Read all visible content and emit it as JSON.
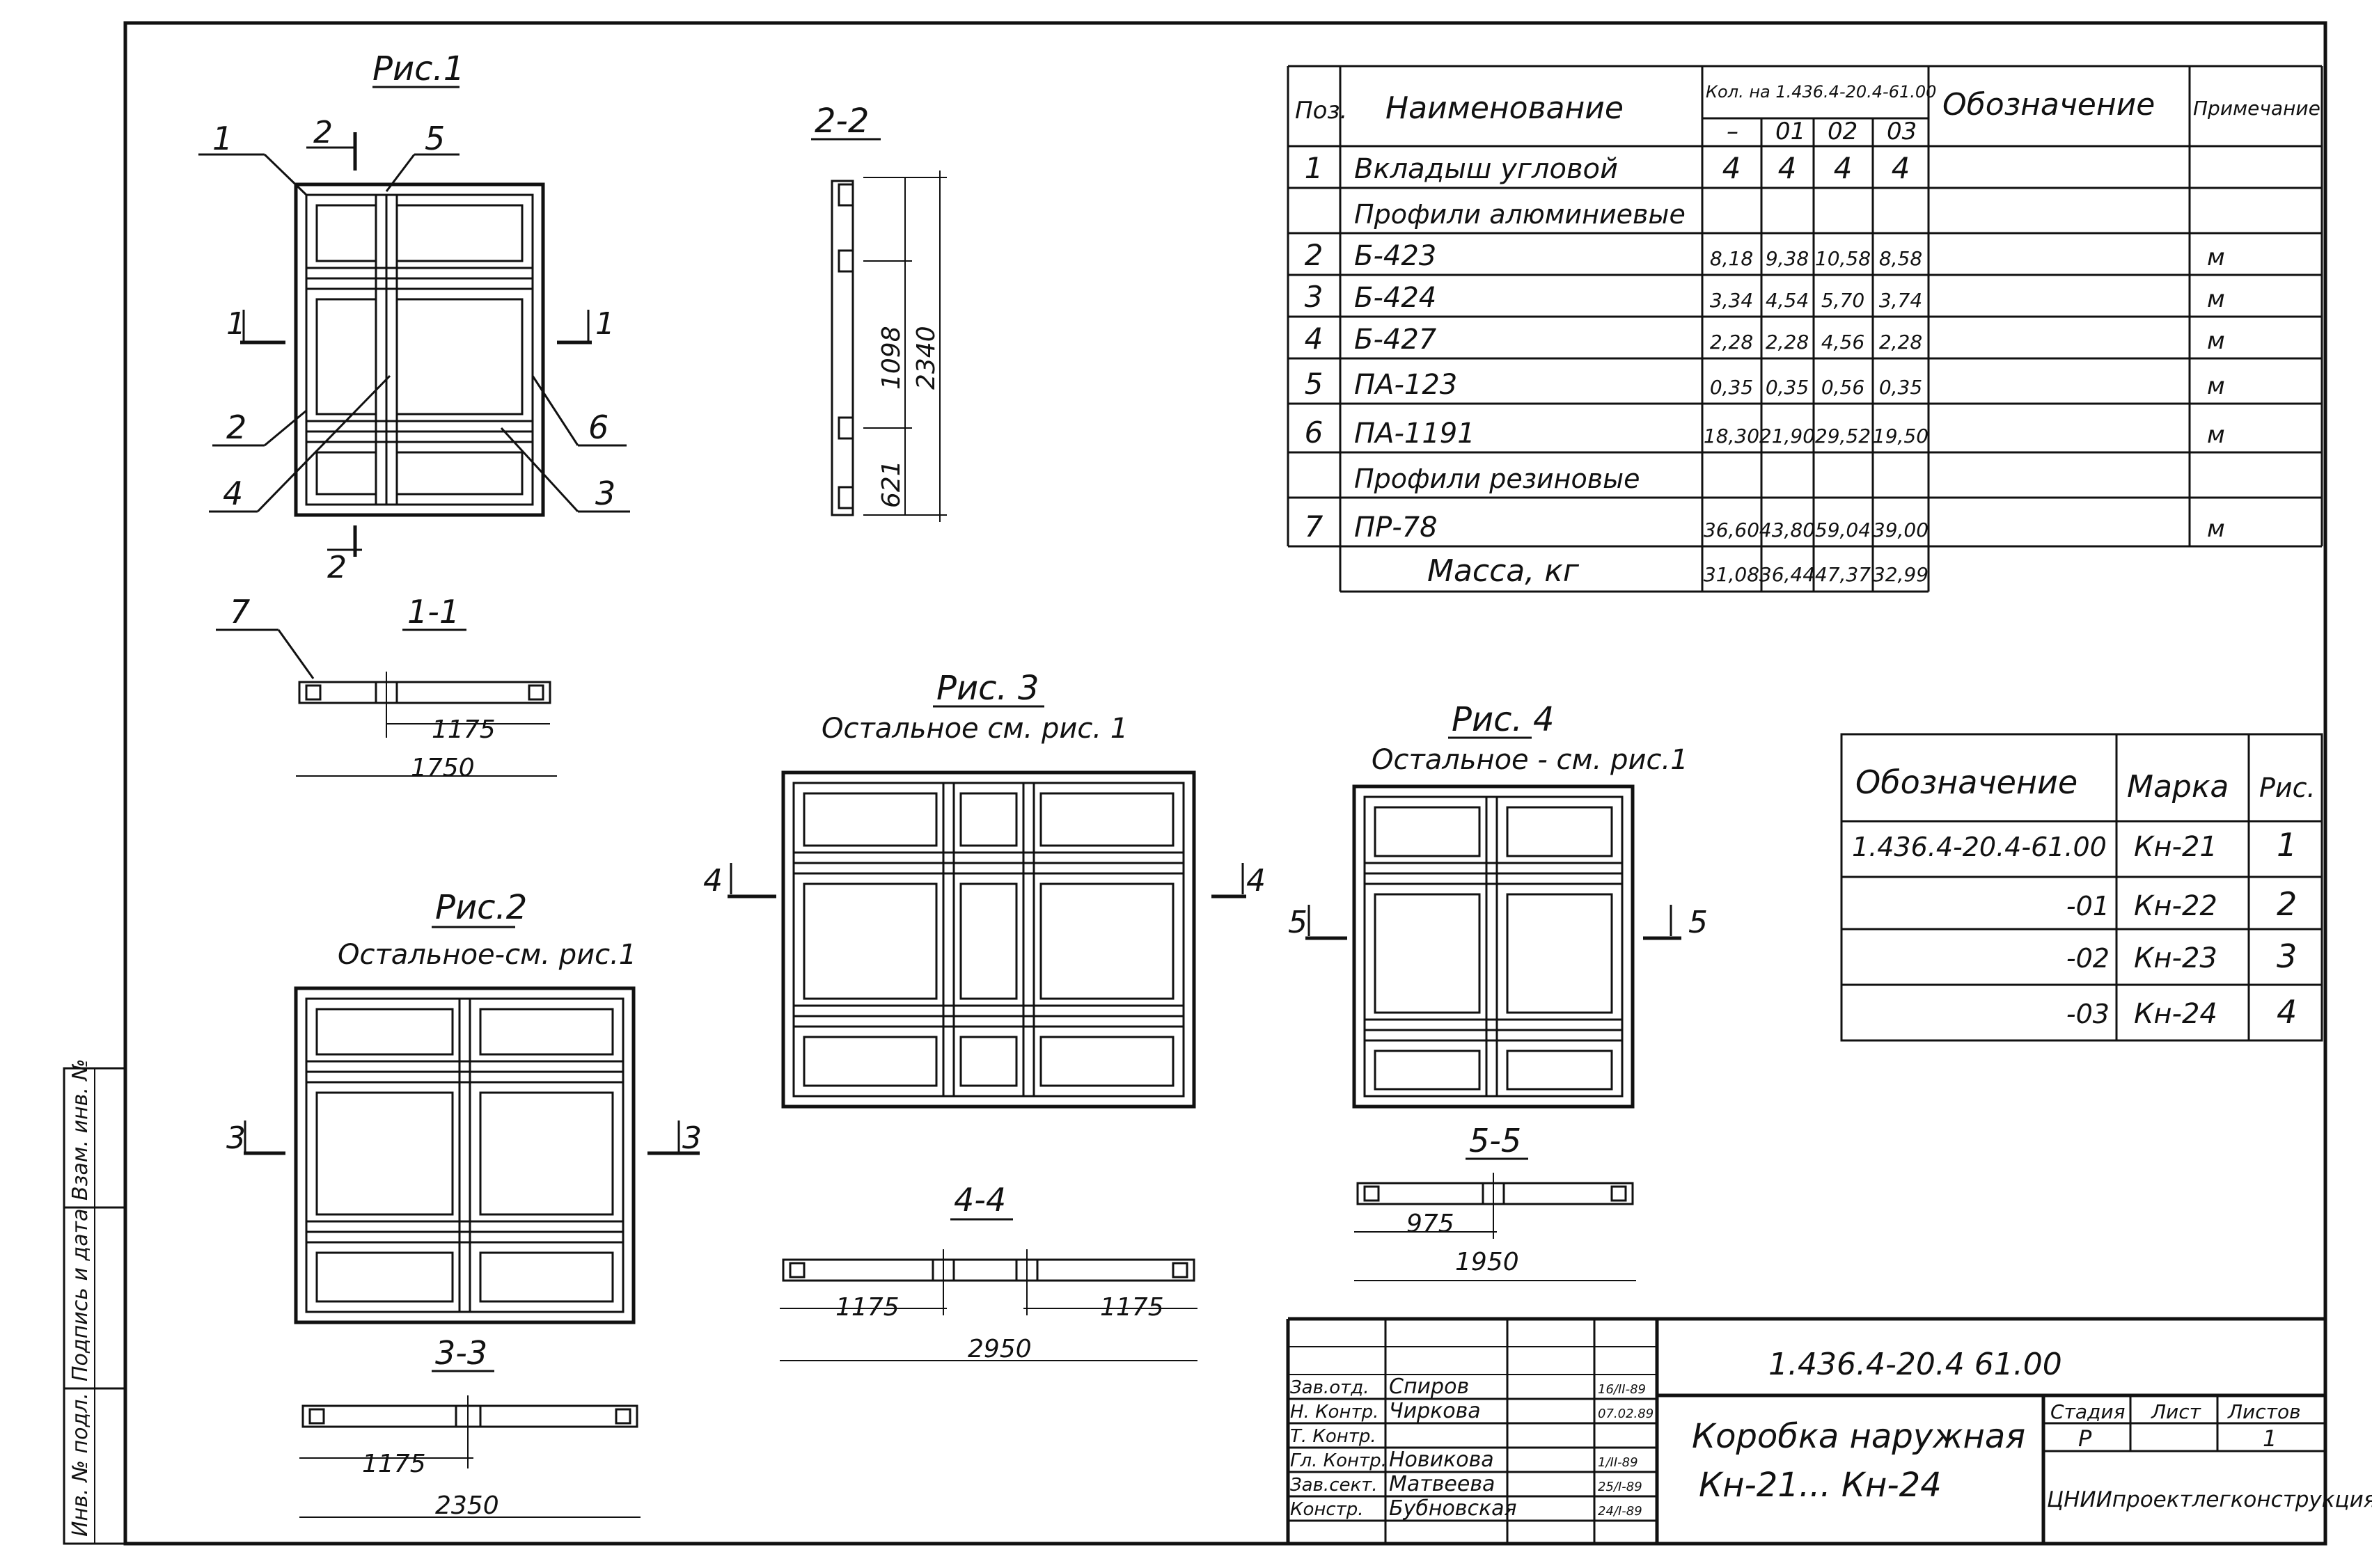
{
  "figures": {
    "fig1": {
      "title": "Рис.1"
    },
    "fig2": {
      "title": "Рис.2",
      "note": "Остальное-см. рис.1"
    },
    "fig3": {
      "title": "Рис. 3",
      "note": "Остальное см. рис. 1"
    },
    "fig4": {
      "title": "Рис. 4",
      "note": "Остальное - см. рис.1"
    }
  },
  "fig1_labels": {
    "p1": "1",
    "p2": "2",
    "p3": "3",
    "p4": "4",
    "p5": "5",
    "p6": "6",
    "cut2_top": "2",
    "cut2_bot": "2",
    "cut1_left": "1",
    "cut1_right": "1"
  },
  "sections": {
    "s22": {
      "title": "2-2",
      "d1": "1098",
      "d2": "621",
      "d3": "2340"
    },
    "s11": {
      "title": "1-1",
      "pos": "7",
      "d1": "1175",
      "d2": "1750"
    },
    "s33": {
      "title": "3-3",
      "d1": "1175",
      "d2": "2350"
    },
    "s44": {
      "title": "4-4",
      "d1": "1175",
      "d2": "1175",
      "d3": "2950"
    },
    "s55": {
      "title": "5-5",
      "d1": "975",
      "d2": "1950"
    }
  },
  "cut_marks": {
    "m3": "3",
    "m4": "4",
    "m5": "5"
  },
  "spec_table": {
    "headers": {
      "pos": "Поз.",
      "name": "Наименование",
      "qty": "Кол. на 1.436.4-20.4-61.00",
      "designation": "Обозначение",
      "note": "Примечание"
    },
    "qty_cols": [
      "–",
      "01",
      "02",
      "03"
    ],
    "rows": [
      {
        "pos": "1",
        "name": "Вкладыш угловой",
        "q": [
          "4",
          "4",
          "4",
          "4"
        ],
        "note": ""
      },
      {
        "pos": "",
        "name": "Профили алюминиевые",
        "q": [
          "",
          "",
          "",
          ""
        ],
        "note": ""
      },
      {
        "pos": "2",
        "name": "Б-423",
        "q": [
          "8,18",
          "9,38",
          "10,58",
          "8,58"
        ],
        "note": "м"
      },
      {
        "pos": "3",
        "name": "Б-424",
        "q": [
          "3,34",
          "4,54",
          "5,70",
          "3,74"
        ],
        "note": "м"
      },
      {
        "pos": "4",
        "name": "Б-427",
        "q": [
          "2,28",
          "2,28",
          "4,56",
          "2,28"
        ],
        "note": "м"
      },
      {
        "pos": "5",
        "name": "ПА-123",
        "q": [
          "0,35",
          "0,35",
          "0,56",
          "0,35"
        ],
        "note": "м"
      },
      {
        "pos": "6",
        "name": "ПА-1191",
        "q": [
          "18,30",
          "21,90",
          "29,52",
          "19,50"
        ],
        "note": "м"
      },
      {
        "pos": "",
        "name": "Профили резиновые",
        "q": [
          "",
          "",
          "",
          ""
        ],
        "note": ""
      },
      {
        "pos": "7",
        "name": "ПР-78",
        "q": [
          "36,60",
          "43,80",
          "59,04",
          "39,00"
        ],
        "note": "м"
      }
    ],
    "mass": {
      "label": "Масса, кг",
      "q": [
        "31,08",
        "36,44",
        "47,37",
        "32,99"
      ]
    }
  },
  "marks_table": {
    "headers": {
      "designation": "Обозначение",
      "mark": "Марка",
      "fig": "Рис."
    },
    "rows": [
      {
        "designation": "1.436.4-20.4-61.00",
        "mark": "Кн-21",
        "fig": "1"
      },
      {
        "designation": "-01",
        "mark": "Кн-22",
        "fig": "2"
      },
      {
        "designation": "-02",
        "mark": "Кн-23",
        "fig": "3"
      },
      {
        "designation": "-03",
        "mark": "Кн-24",
        "fig": "4"
      }
    ]
  },
  "title_block": {
    "code": "1.436.4-20.4 61.00",
    "name_line1": "Коробка наружная",
    "name_line2": "Кн-21... Кн-24",
    "stage_label": "Стадия",
    "sheet_label": "Лист",
    "sheets_label": "Листов",
    "stage": "Р",
    "sheet": "",
    "sheets": "1",
    "org": "ЦНИИпроектлегконструкция",
    "people": [
      {
        "role": "Зав.отд.",
        "name": "Спиров",
        "date": "16/II-89"
      },
      {
        "role": "Н. Контр.",
        "name": "Чиркова",
        "date": "07.02.89"
      },
      {
        "role": "Т. Контр.",
        "name": "",
        "date": ""
      },
      {
        "role": "Гл. Контр.",
        "name": "Новикова",
        "date": "1/II-89"
      },
      {
        "role": "Зав.сект.",
        "name": "Матвеева",
        "date": "25/I-89"
      },
      {
        "role": "Констр.",
        "name": "Бубновская",
        "date": "24/I-89"
      }
    ]
  },
  "side_stamp": {
    "inv_no": "Инв. № подл.",
    "signature_date": "Подпись и дата",
    "replace_inv": "Взам. инв. №"
  }
}
